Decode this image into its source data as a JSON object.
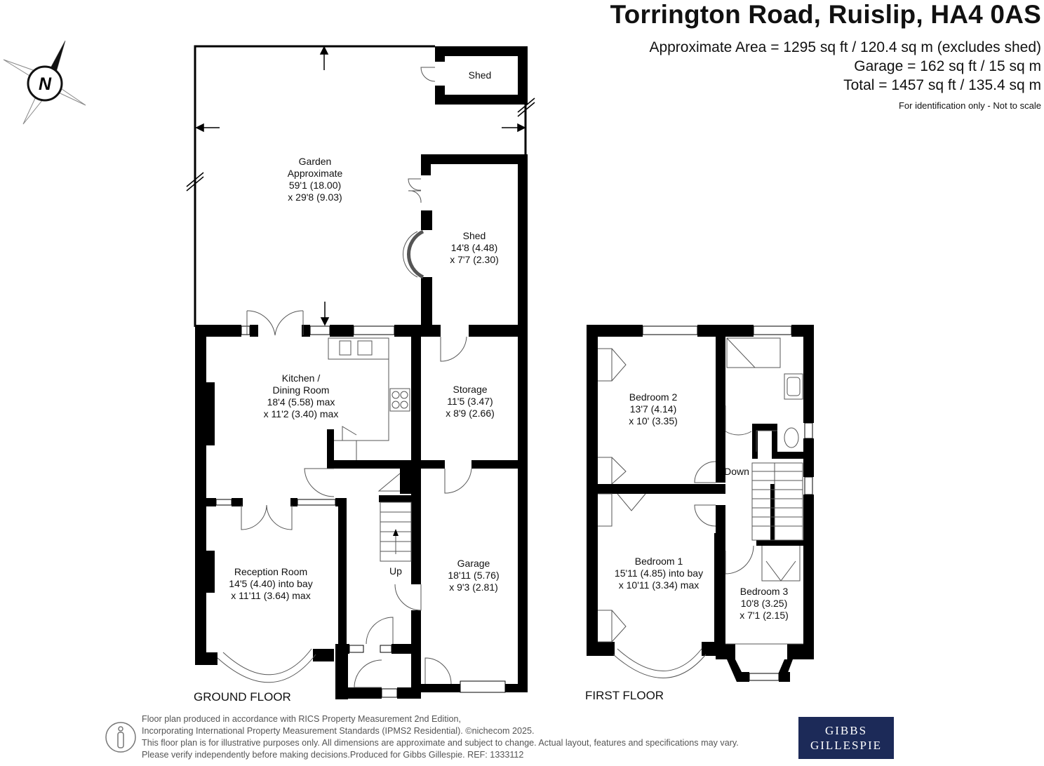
{
  "header": {
    "title": "Torrington Road, Ruislip, HA4 0AS",
    "area_lines": [
      "Approximate Area = 1295 sq ft / 120.4 sq m (excludes shed)",
      "Garage = 162 sq ft / 15 sq m",
      "Total = 1457 sq ft / 135.4 sq m"
    ],
    "disclaimer": "For identification only - Not to scale"
  },
  "compass": {
    "letter": "N"
  },
  "floors": {
    "ground": "GROUND FLOOR",
    "first": "FIRST FLOOR"
  },
  "rooms": {
    "garden": [
      "Garden",
      "Approximate",
      "59'1 (18.00)",
      "x 29'8 (9.03)"
    ],
    "shed_small": [
      "Shed"
    ],
    "shed": [
      "Shed",
      "14'8 (4.48)",
      "x 7'7 (2.30)"
    ],
    "kitchen": [
      "Kitchen /",
      "Dining Room",
      "18'4 (5.58) max",
      "x 11'2 (3.40) max"
    ],
    "storage": [
      "Storage",
      "11'5 (3.47)",
      "x 8'9 (2.66)"
    ],
    "reception": [
      "Reception Room",
      "14'5 (4.40) into bay",
      "x 11'11 (3.64) max"
    ],
    "garage": [
      "Garage",
      "18'11 (5.76)",
      "x 9'3 (2.81)"
    ],
    "up": [
      "Up"
    ],
    "bedroom2": [
      "Bedroom 2",
      "13'7 (4.14)",
      "x 10' (3.35)"
    ],
    "down": [
      "Down"
    ],
    "bedroom1": [
      "Bedroom 1",
      "15'11 (4.85) into bay",
      "x 10'11 (3.34) max"
    ],
    "bedroom3": [
      "Bedroom 3",
      "10'8 (3.25)",
      "x 7'1 (2.15)"
    ]
  },
  "footer": {
    "lines": [
      "Floor plan produced in accordance with RICS Property Measurement 2nd Edition,",
      "Incorporating International Property Measurement Standards (IPMS2 Residential).   ©nichecom 2025.",
      "This floor plan is for illustrative purposes only. All dimensions are approximate and subject to change. Actual layout, features and specifications may vary.",
      "Please verify independently before making decisions.Produced for Gibbs Gillespie.   REF:  1333112"
    ]
  },
  "brand": {
    "line1": "GIBBS",
    "line2": "GILLESPIE",
    "color": "#1c2a58"
  },
  "colors": {
    "wall": "#000000",
    "window": "#ffffff",
    "line": "#555555"
  }
}
